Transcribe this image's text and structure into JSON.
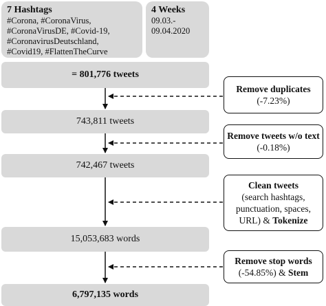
{
  "header": {
    "hashtags_title": "7 Hashtags",
    "hashtags_lines": [
      "#Corona, #CoronaVirus,",
      "#CoronaVirusDE, #Covid-19,",
      "#CoronavirusDeutschland,",
      "#Covid19, #FlattenTheCurve"
    ],
    "period_title": "4 Weeks",
    "period_start": "09.03.-",
    "period_end": "09.04.2020"
  },
  "stages": [
    {
      "value": "= 801,776",
      "unit": "tweets",
      "bold": true
    },
    {
      "value": "743,811",
      "unit": "tweets",
      "bold": false
    },
    {
      "value": "742,467",
      "unit": "tweets",
      "bold": false
    },
    {
      "value": "15,053,683",
      "unit": "words",
      "bold": false
    },
    {
      "value": "6,797,135",
      "unit": "words",
      "bold": true
    }
  ],
  "steps": [
    {
      "bold": "Remove duplicates",
      "plain": "(-7.23%)"
    },
    {
      "bold": "Remove tweets w/o text",
      "plain": "(-0.18%)"
    },
    {
      "bold": "Clean tweets",
      "plain": "(search hashtags, punctuation, spaces, URL) &",
      "bold2": "Tokenize"
    },
    {
      "bold": "Remove stop words",
      "plain": "(-54.85%) &",
      "bold2": "Stem"
    }
  ]
}
